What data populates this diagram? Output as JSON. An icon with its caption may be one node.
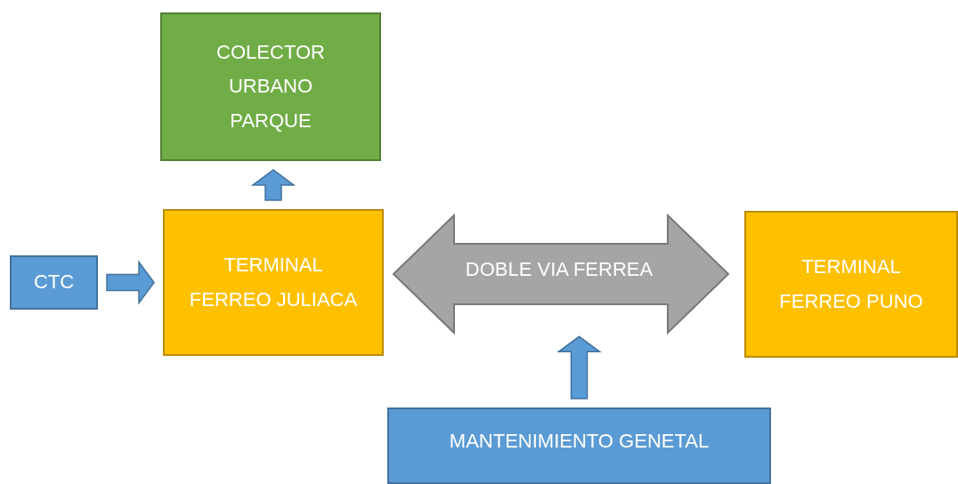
{
  "diagram": {
    "nodes": [
      {
        "text": [
          "COLECTOR URBANO PARQUE"
        ]
      },
      {
        "text": [
          "CTC"
        ]
      },
      {
        "text": [
          "TERMINAL FERREO JULIACA"
        ]
      },
      {
        "text": [
          "DOBLE VIA FERREA"
        ]
      },
      {
        "text": [
          "TERMINAL FERREO PUNO"
        ]
      },
      {
        "text": [
          "MANTENIMIENTO GENETAL"
        ]
      }
    ],
    "edges": [
      {
        "from": 1,
        "to": 2,
        "arrow": "to"
      },
      {
        "from": 2,
        "to": 0,
        "arrow": "to"
      },
      {
        "from": 5,
        "to": 3,
        "arrow": "to"
      }
    ]
  }
}
